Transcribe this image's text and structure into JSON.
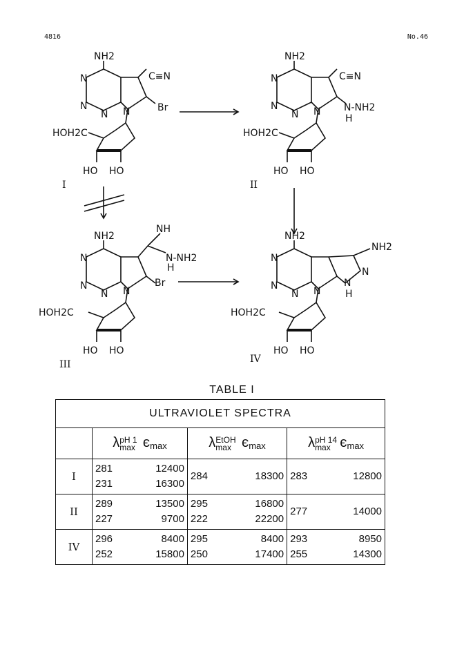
{
  "header": {
    "page_number": "4816",
    "issue": "No.46"
  },
  "scheme": {
    "compounds": [
      {
        "numeral": "I",
        "substituent": "Br",
        "side_group": "C≡N"
      },
      {
        "numeral": "II",
        "substituent": "N-NH2 / H",
        "side_group": "C≡N"
      },
      {
        "numeral": "III",
        "substituent": "Br",
        "side_group": "C(=NH)NHNH2"
      },
      {
        "numeral": "IV",
        "substituent": "fused pyrazole",
        "side_group": "NH2"
      }
    ],
    "labels": {
      "nh2": "NH2",
      "cn": "C≡N",
      "br": "Br",
      "hoh2c": "HOH2C",
      "ho": "HO",
      "n": "N",
      "h": "H",
      "nh": "NH",
      "nnh2": "N-NH2",
      "c": "C"
    }
  },
  "table": {
    "title": "TABLE I",
    "caption": "ULTRAVIOLET SPECTRA",
    "headers": [
      {
        "lambda_sup": "pH 1",
        "lambda_sub": "max",
        "eps_sub": "max"
      },
      {
        "lambda_sup": "EtOH",
        "lambda_sub": "max",
        "eps_sub": "max"
      },
      {
        "lambda_sup": "pH 14",
        "lambda_sub": "max",
        "eps_sub": "max"
      }
    ],
    "rows": [
      {
        "compound": "I",
        "ph1": [
          [
            "281",
            "12400"
          ],
          [
            "231",
            "16300"
          ]
        ],
        "etoh": [
          [
            "284",
            "18300"
          ]
        ],
        "ph14": [
          [
            "283",
            "12800"
          ]
        ]
      },
      {
        "compound": "II",
        "ph1": [
          [
            "289",
            "13500"
          ],
          [
            "227",
            "9700"
          ]
        ],
        "etoh": [
          [
            "295",
            "16800"
          ],
          [
            "222",
            "22200"
          ]
        ],
        "ph14": [
          [
            "277",
            "14000"
          ]
        ]
      },
      {
        "compound": "IV",
        "ph1": [
          [
            "296",
            "8400"
          ],
          [
            "252",
            "15800"
          ]
        ],
        "etoh": [
          [
            "295",
            "8400"
          ],
          [
            "250",
            "17400"
          ]
        ],
        "ph14": [
          [
            "293",
            "8950"
          ],
          [
            "255",
            "14300"
          ]
        ]
      }
    ]
  }
}
